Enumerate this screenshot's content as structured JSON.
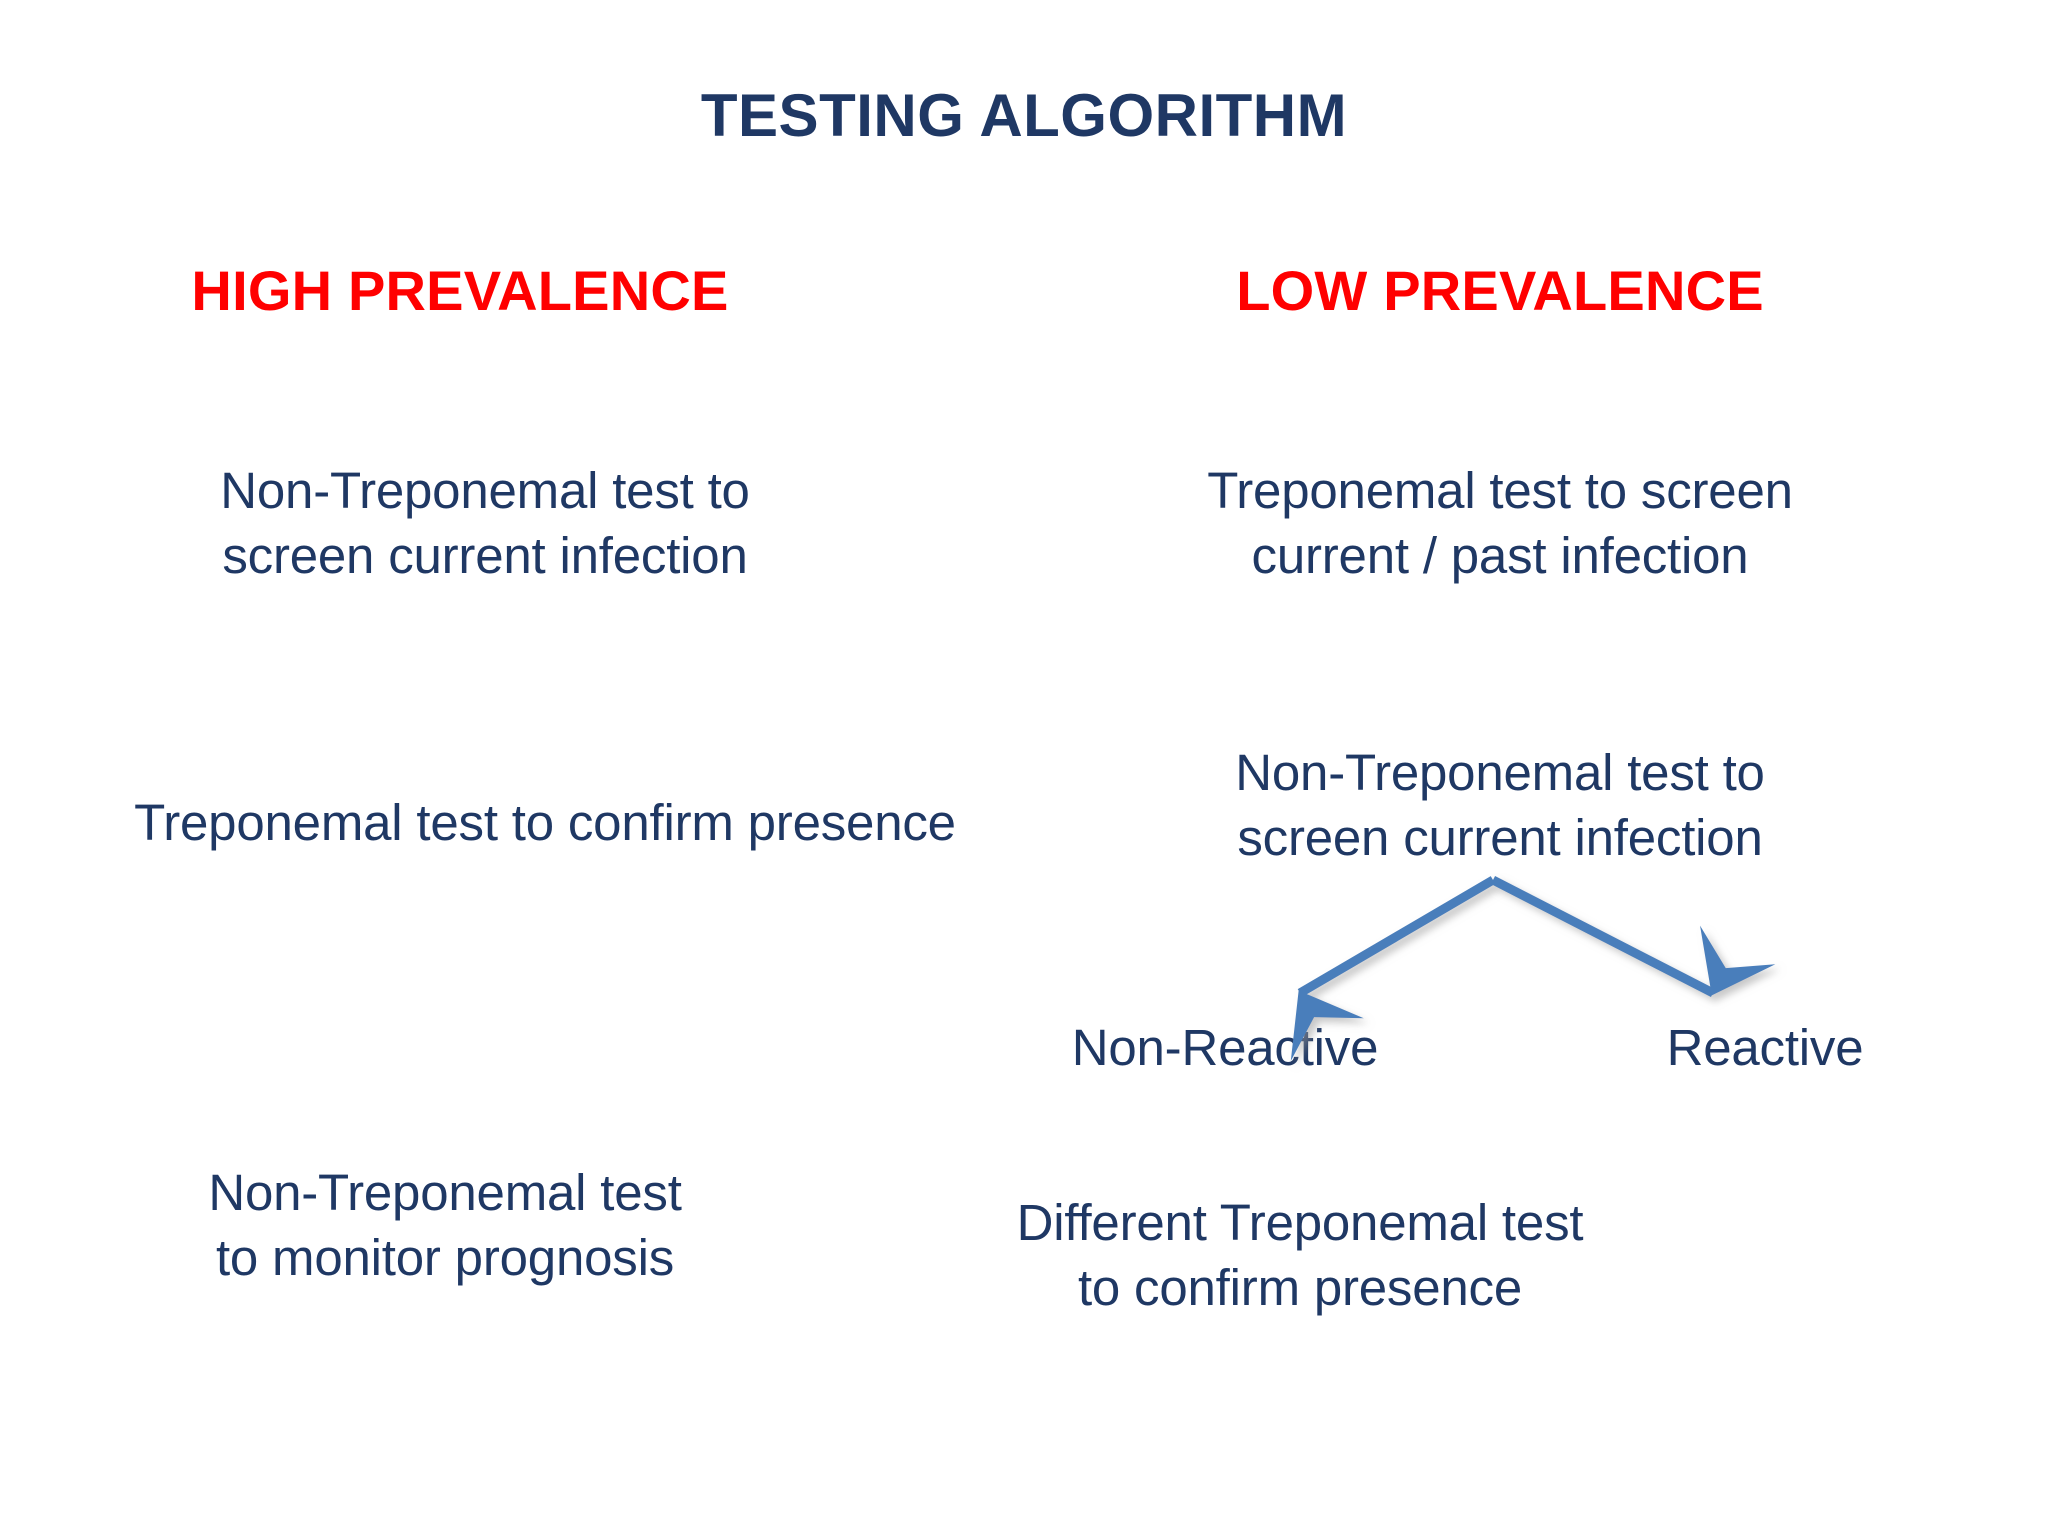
{
  "page": {
    "title": "TESTING ALGORITHM",
    "background": "#FFFFFF",
    "title_color": "#1F3864",
    "heading_color": "#FF0000",
    "body_text_color": "#1F3864",
    "arrow_color": "#4A7EBB"
  },
  "columns": {
    "high": {
      "heading": "HIGH PREVALENCE",
      "steps": [
        "Non-Treponemal test to\nscreen current infection",
        "Treponemal test to confirm presence",
        "Non-Treponemal test\nto monitor prognosis"
      ]
    },
    "low": {
      "heading": "LOW PREVALENCE",
      "steps": [
        "Treponemal test to screen\ncurrent / past infection",
        "Non-Treponemal test to\nscreen current infection"
      ],
      "branch_labels": {
        "left": "Non-Reactive",
        "right": "Reactive"
      },
      "final_step": "Different Treponemal test\nto confirm presence"
    }
  },
  "chart_data": {
    "type": "flowchart",
    "title": "TESTING ALGORITHM",
    "nodes": [
      {
        "id": "h-head",
        "label": "HIGH PREVALENCE",
        "column": "high",
        "kind": "heading"
      },
      {
        "id": "h1",
        "label": "Non-Treponemal test to screen current infection",
        "column": "high",
        "kind": "step"
      },
      {
        "id": "h2",
        "label": "Treponemal test to confirm presence",
        "column": "high",
        "kind": "step"
      },
      {
        "id": "h3",
        "label": "Non-Treponemal test to monitor prognosis",
        "column": "high",
        "kind": "step"
      },
      {
        "id": "l-head",
        "label": "LOW PREVALENCE",
        "column": "low",
        "kind": "heading"
      },
      {
        "id": "l1",
        "label": "Treponemal test to screen current / past infection",
        "column": "low",
        "kind": "step"
      },
      {
        "id": "l2",
        "label": "Non-Treponemal test to screen current infection",
        "column": "low",
        "kind": "step"
      },
      {
        "id": "l-nonreactive",
        "label": "Non-Reactive",
        "column": "low",
        "kind": "branch-label"
      },
      {
        "id": "l-reactive",
        "label": "Reactive",
        "column": "low",
        "kind": "branch-label"
      },
      {
        "id": "l3",
        "label": "Different Treponemal test to confirm presence",
        "column": "low",
        "kind": "step"
      }
    ],
    "edges": [
      {
        "from": "h1",
        "to": "h2",
        "direction": "down"
      },
      {
        "from": "h2",
        "to": "h3",
        "direction": "down"
      },
      {
        "from": "l1",
        "to": "l2",
        "direction": "down"
      },
      {
        "from": "l2",
        "to": "l-nonreactive",
        "direction": "down-left"
      },
      {
        "from": "l2",
        "to": "l-reactive",
        "direction": "down-right"
      },
      {
        "from": "l-nonreactive",
        "to": "l3",
        "direction": "down"
      },
      {
        "from": "l3",
        "to": "h3",
        "direction": "left"
      }
    ]
  }
}
